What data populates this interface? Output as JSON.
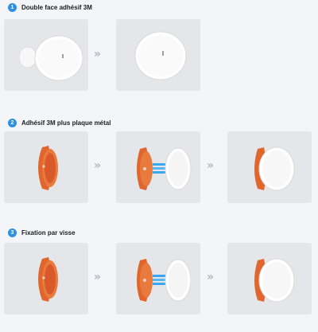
{
  "sections": [
    {
      "number": "1",
      "title": "Double face adhésif 3M"
    },
    {
      "number": "2",
      "title": "Adhésif 3M plus plaque métal"
    },
    {
      "number": "3",
      "title": "Fixation par visse"
    }
  ],
  "arrow_glyph": "»",
  "colors": {
    "accent": "#2f8fe0",
    "orange": "#e0662e",
    "panel": "#e4e6e9",
    "background": "#f3f5f8",
    "beam": "#3aa8f0"
  },
  "icons": [
    "sensor-device",
    "orange-mount",
    "magnetic-beam"
  ]
}
